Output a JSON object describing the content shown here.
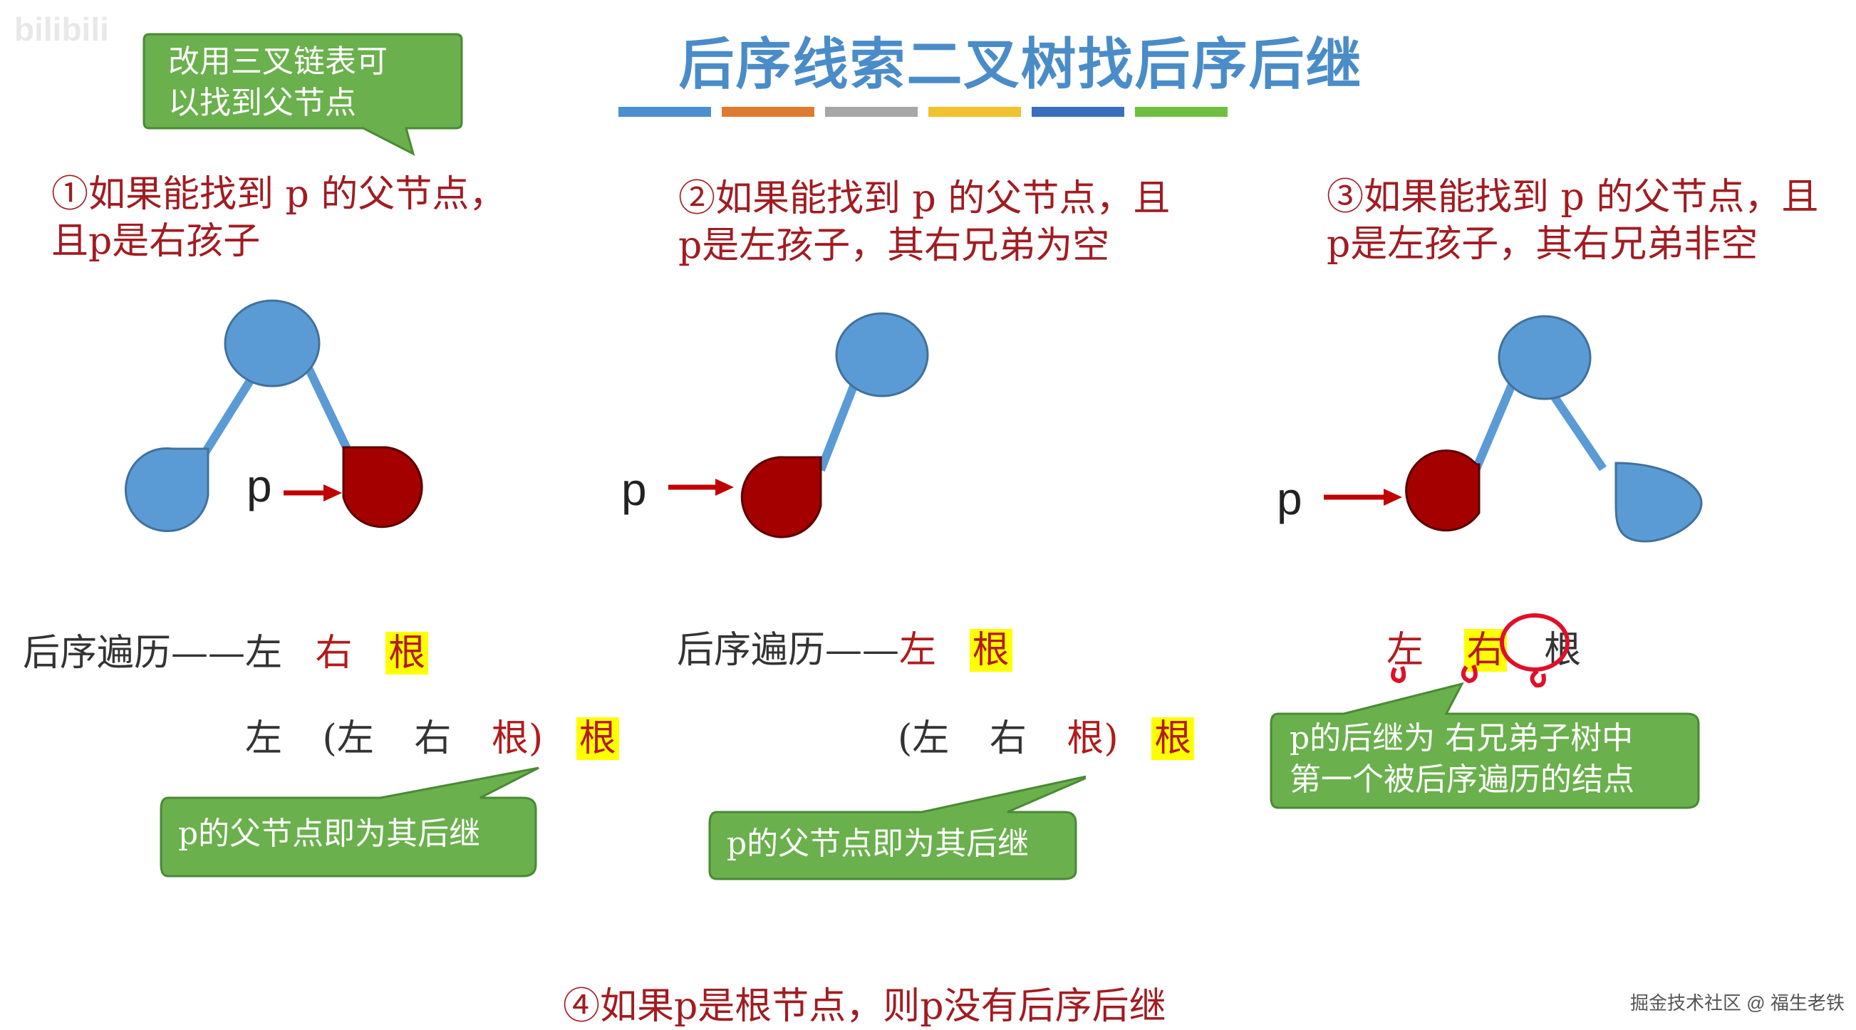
{
  "title": "后序线索二叉树找后序后继",
  "title_bar_colors": [
    "#4a90d0",
    "#e07a30",
    "#a7a7a7",
    "#f2c12e",
    "#3a6fc0",
    "#6fbf3f"
  ],
  "logo_text": "bilibili",
  "top_callout": [
    "改用三叉链表可",
    "以找到父节点"
  ],
  "cases": {
    "c1": [
      "①如果能找到 p 的父节点，",
      "且p是右孩子"
    ],
    "c2": [
      "②如果能找到 p 的父节点，且",
      "p是左孩子，其右兄弟为空"
    ],
    "c3": [
      "③如果能找到 p 的父节点，且",
      "p是左孩子，其右兄弟非空"
    ],
    "c4": "④如果p是根节点，则p没有后序后继"
  },
  "p_label": "p",
  "seq1": {
    "prefix": "后序遍历——左",
    "right": "右",
    "root": "根",
    "line2_left": "左",
    "line2_paren_open": "(左",
    "line2_mid": "右",
    "line2_root": "根)",
    "line2_hl": "根"
  },
  "seq2": {
    "prefix": "后序遍历——",
    "left": "左",
    "root": "根",
    "line2_paren_open": "(左",
    "line2_mid": "右",
    "line2_root": "根)",
    "line2_hl": "根"
  },
  "seq3": {
    "left": "左",
    "right": "右",
    "root": "根"
  },
  "callout1": "p的父节点即为其后继",
  "callout2": "p的父节点即为其后继",
  "callout3": [
    "p的后继为 右兄弟子树中",
    "第一个被后序遍历的结点"
  ],
  "watermark": "掘金技术社区 @ 福生老铁",
  "colors": {
    "node_blue": "#5b9bd5",
    "node_red": "#a50000",
    "callout_green": "#6ab04c",
    "arrow": "#c00000"
  }
}
